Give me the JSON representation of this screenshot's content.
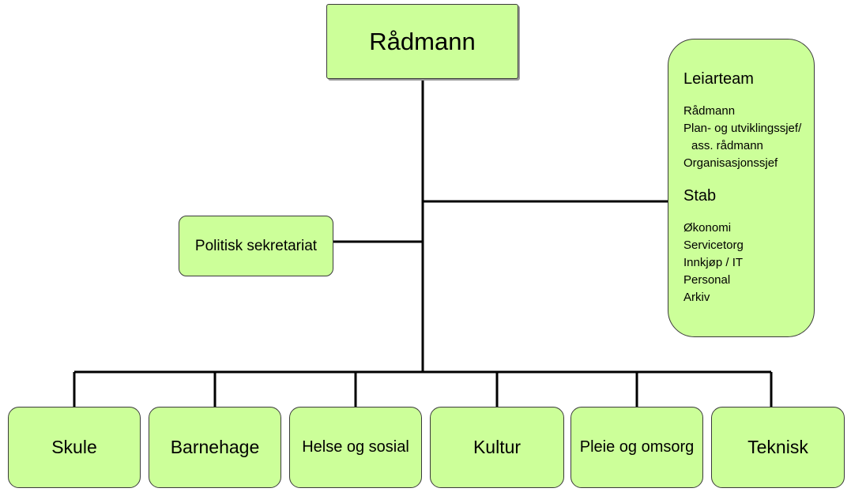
{
  "root": "Rådmann",
  "politisk": "Politisk sekretariat",
  "leiarteam": {
    "title": "Leiarteam",
    "items": [
      "Rådmann",
      "Plan- og utviklingssjef/",
      "ass. rådmann",
      "Organisasjonssjef"
    ]
  },
  "stab": {
    "title": "Stab",
    "items": [
      "Økonomi",
      "Servicetorg",
      "Innkjøp / IT",
      "Personal",
      "Arkiv"
    ]
  },
  "departments": [
    "Skule",
    "Barnehage",
    "Helse og sosial",
    "Kultur",
    "Pleie og omsorg",
    "Teknisk"
  ]
}
